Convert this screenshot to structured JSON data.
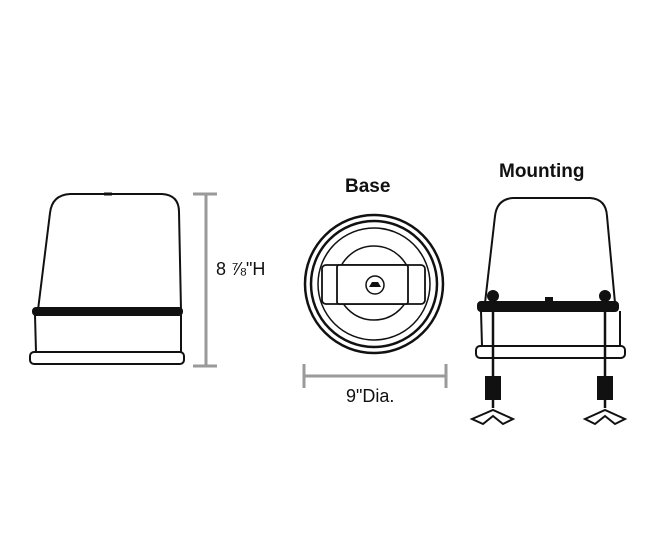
{
  "labels": {
    "height": "8 ⅞\"H",
    "base_title": "Base",
    "diameter": "9\"Dia.",
    "mounting_title": "Mounting"
  },
  "colors": {
    "outline": "#111111",
    "dimension_line": "#9a9a9a"
  },
  "icons": [
    "beacon-light-icon",
    "mounting-bolt-icon",
    "wing-nut-icon"
  ]
}
